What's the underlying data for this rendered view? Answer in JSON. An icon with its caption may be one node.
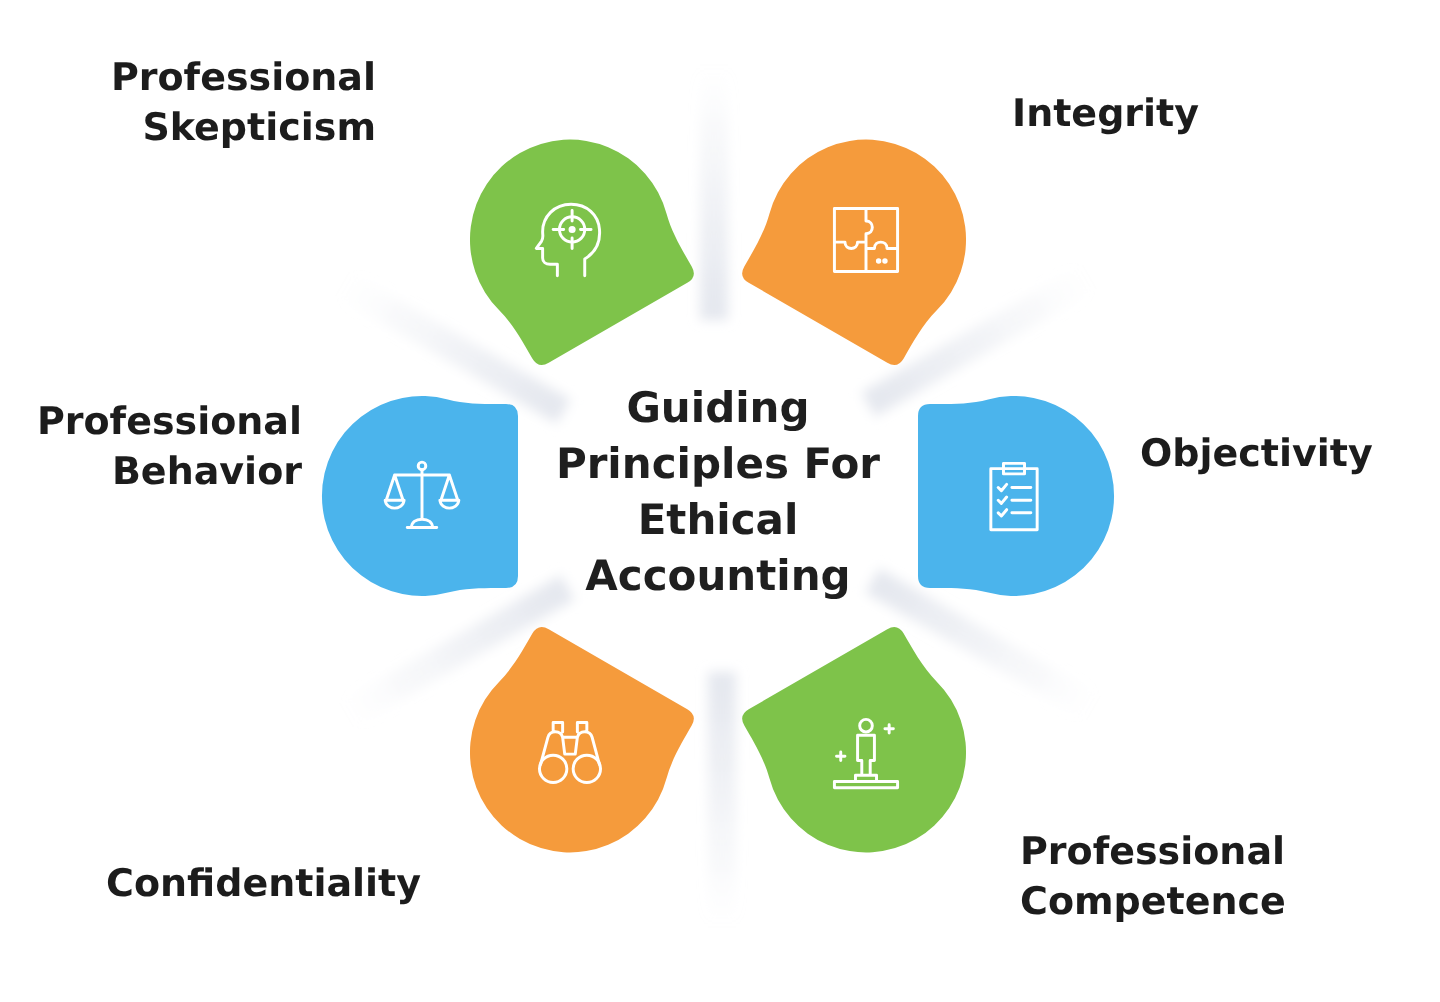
{
  "diagram": {
    "title": "Guiding Principles For Ethical Accounting",
    "nodes": [
      {
        "text": [
          "Professional Skepticism"
        ]
      },
      {
        "text": [
          "Integrity"
        ]
      },
      {
        "text": [
          "Professional Behavior"
        ]
      },
      {
        "text": [
          "Objectivity"
        ]
      },
      {
        "text": [
          "Confidentiality"
        ]
      },
      {
        "text": [
          "Professional Competence"
        ]
      }
    ]
  }
}
